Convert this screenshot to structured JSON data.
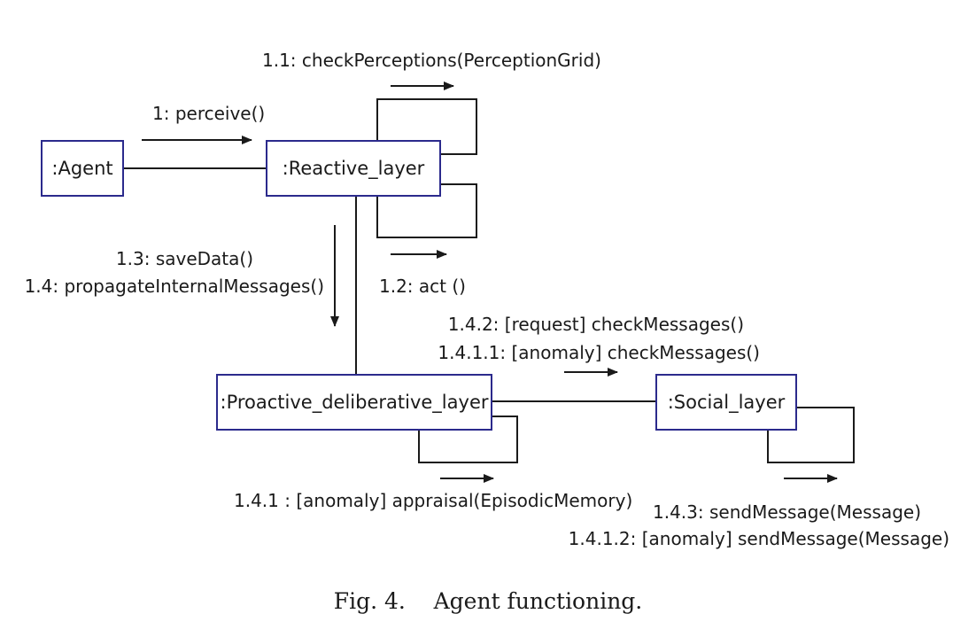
{
  "nodes": {
    "agent": ":Agent",
    "reactive": ":Reactive_layer",
    "proactive": ":Proactive_deliberative_layer",
    "social": ":Social_layer"
  },
  "messages": {
    "check_perceptions": "1.1: checkPerceptions(PerceptionGrid)",
    "perceive": "1: perceive()",
    "save_data": "1.3: saveData()",
    "propagate": "1.4: propagateInternalMessages()",
    "act": "1.2: act ()",
    "request_check": "1.4.2: [request] checkMessages()",
    "anomaly_check": "1.4.1.1: [anomaly] checkMessages()",
    "appraisal": "1.4.1 : [anomaly] appraisal(EpisodicMemory)",
    "send_message": "1.4.3: sendMessage(Message)",
    "anomaly_send": "1.4.1.2: [anomaly] sendMessage(Message)"
  },
  "caption": "Fig. 4.    Agent functioning.",
  "colors": {
    "box_border": "#2b2a8c",
    "lines": "#1a1a1a"
  }
}
